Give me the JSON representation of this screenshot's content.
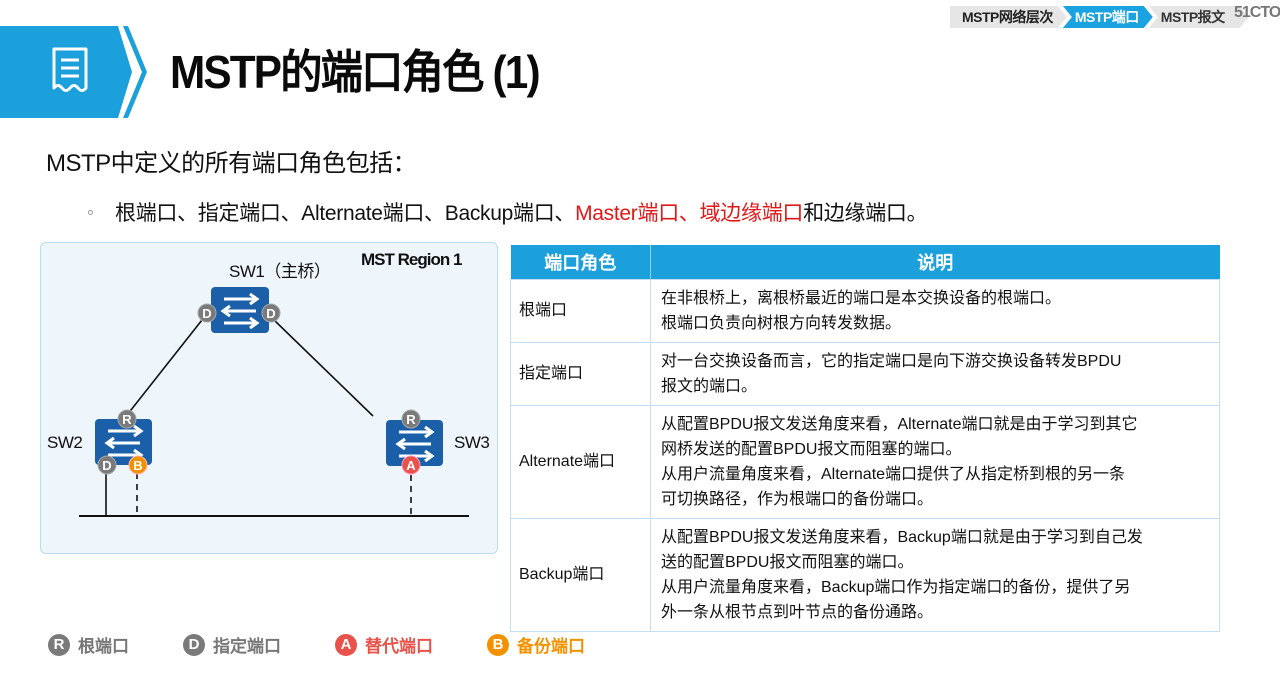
{
  "breadcrumb": {
    "items": [
      {
        "label": "MSTP网络层次",
        "active": false
      },
      {
        "label": "MSTP端口",
        "active": true
      },
      {
        "label": "MSTP报文",
        "active": false
      }
    ],
    "watermark": "51CTO"
  },
  "header": {
    "icon": "document-list-icon",
    "title": "MSTP的端口角色 (1)"
  },
  "intro": {
    "text": "MSTP中定义的所有端口角色包括："
  },
  "bullet": {
    "part1": "根端口、指定端口、Alternate端口、Backup端口、",
    "part2_red": "Master端口、域边缘端口",
    "part3": "和边缘端口。"
  },
  "diagram": {
    "region_label": "MST Region 1",
    "switches": [
      {
        "name": "SW1（主桥）",
        "ports": [
          "D",
          "D"
        ]
      },
      {
        "name": "SW2",
        "ports": [
          "R",
          "D",
          "B"
        ]
      },
      {
        "name": "SW3",
        "ports": [
          "R",
          "A"
        ]
      }
    ]
  },
  "table": {
    "headers": [
      "端口角色",
      "说明"
    ],
    "rows": [
      {
        "role": "根端口",
        "desc": [
          "在非根桥上，离根桥最近的端口是本交换设备的根端口。",
          "根端口负责向树根方向转发数据。"
        ]
      },
      {
        "role": "指定端口",
        "desc": [
          "对一台交换设备而言，它的指定端口是向下游交换设备转发BPDU",
          "报文的端口。"
        ]
      },
      {
        "role": "Alternate端口",
        "desc": [
          "从配置BPDU报文发送角度来看，Alternate端口就是由于学习到其它",
          "网桥发送的配置BPDU报文而阻塞的端口。",
          "从用户流量角度来看，Alternate端口提供了从指定桥到根的另一条",
          "可切换路径，作为根端口的备份端口。"
        ]
      },
      {
        "role": "Backup端口",
        "desc": [
          "从配置BPDU报文发送角度来看，Backup端口就是由于学习到自己发",
          "送的配置BPDU报文而阻塞的端口。",
          "从用户流量角度来看，Backup端口作为指定端口的备份，提供了另",
          "外一条从根节点到叶节点的备份通路。"
        ]
      }
    ]
  },
  "legend": [
    {
      "letter": "R",
      "label": "根端口",
      "color": "#7a7a7a"
    },
    {
      "letter": "D",
      "label": "指定端口",
      "color": "#7a7a7a"
    },
    {
      "letter": "A",
      "label": "替代端口",
      "color": "#e8524a"
    },
    {
      "letter": "B",
      "label": "备份端口",
      "color": "#f39200"
    }
  ],
  "colors": {
    "accent": "#1ba0dc",
    "switch_blue": "#1a5fa8",
    "port_gray": "#7a7a7a",
    "alternate_red": "#e8524a",
    "backup_orange": "#f39200",
    "highlight_red": "#e01818"
  }
}
